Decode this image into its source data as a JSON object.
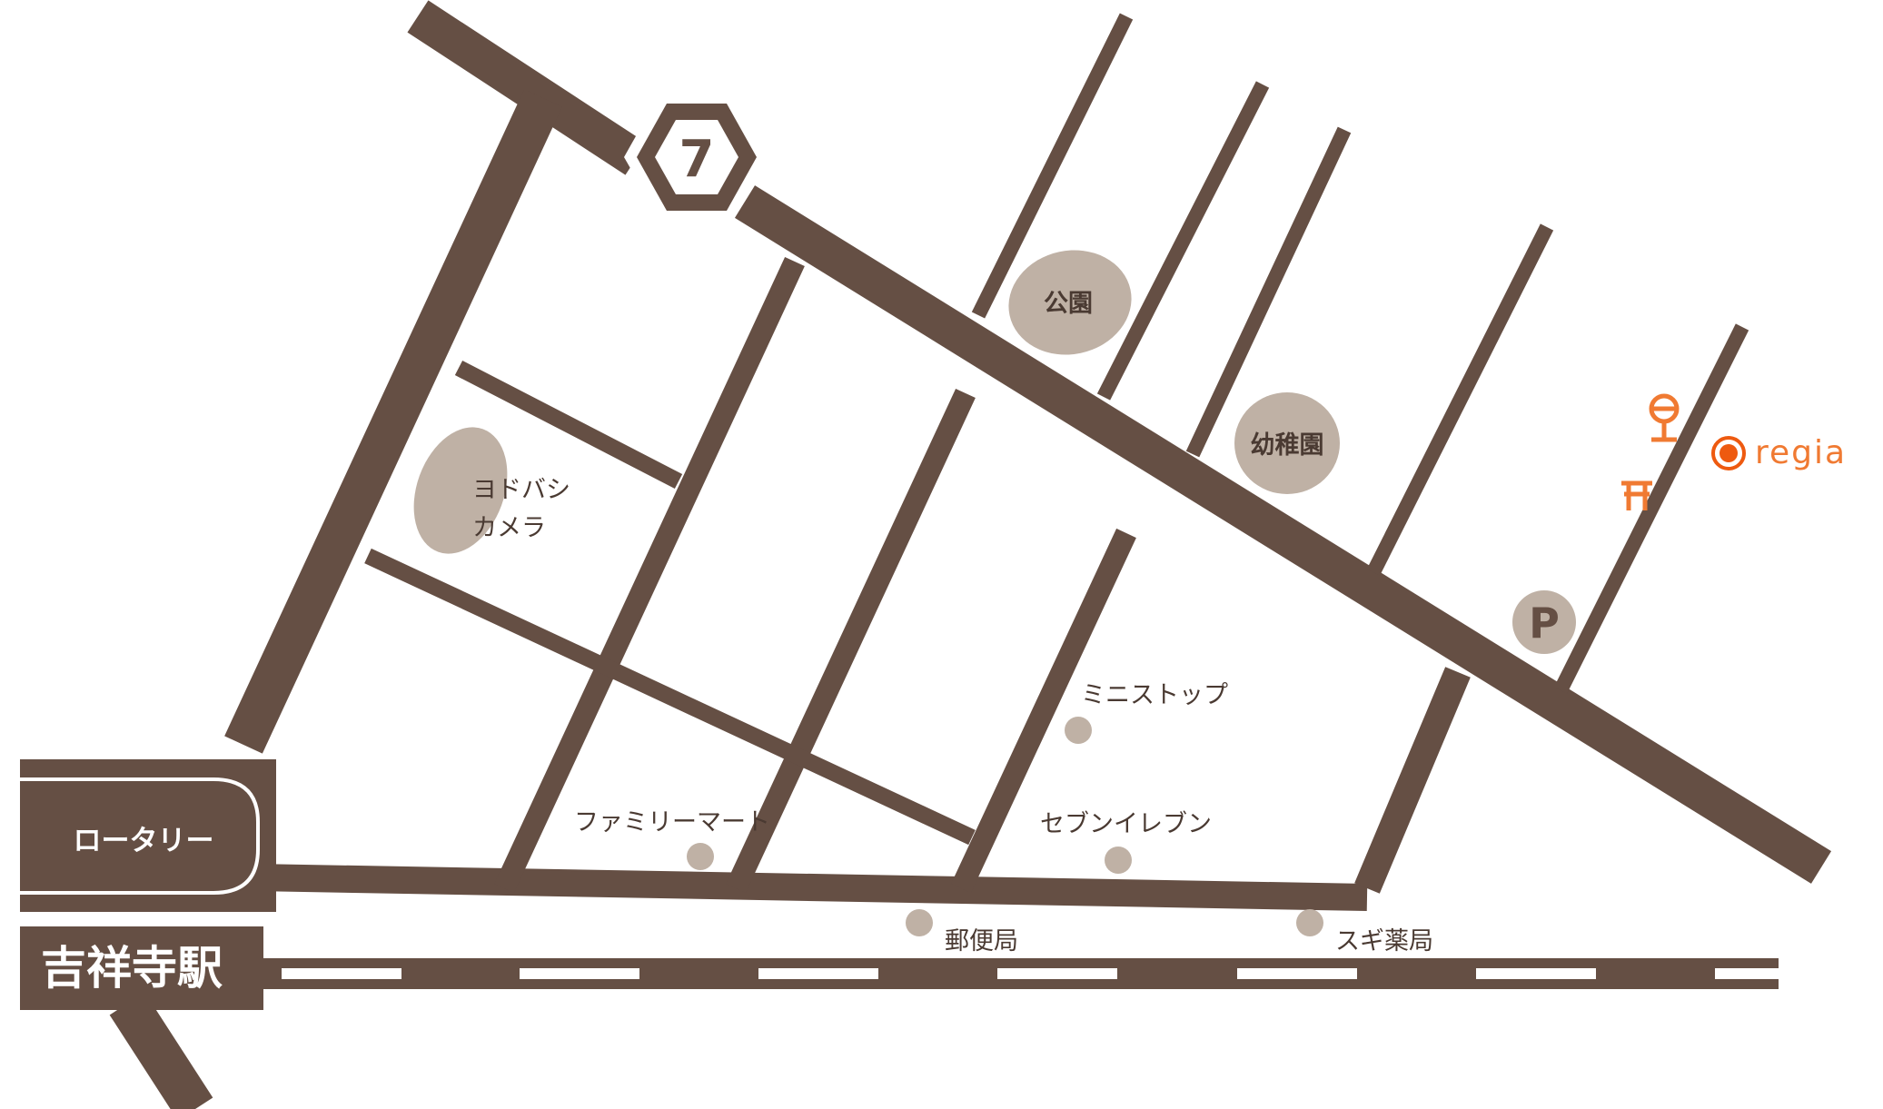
{
  "colors": {
    "road": "#654f44",
    "landmark_fill": "#bfb1a5",
    "label_text": "#4a3a32",
    "accent": "#f07a32",
    "marker": "#ee5a10",
    "background": "#ffffff"
  },
  "route_sign": {
    "number": "7"
  },
  "landmarks": {
    "park": "公園",
    "kindergarten": "幼稚園",
    "yodobashi_line1": "ヨドバシ",
    "yodobashi_line2": "カメラ",
    "parking": "P"
  },
  "shops": {
    "ministop": "ミニストップ",
    "familymart": "ファミリーマート",
    "seven_eleven": "セブンイレブン",
    "post_office": "郵便局",
    "sugi_pharmacy": "スギ薬局"
  },
  "station": {
    "rotary": "ロータリー",
    "name": "吉祥寺駅"
  },
  "destination": {
    "label": "regia"
  },
  "icons": [
    "bus-stop-icon",
    "shrine-torii-icon",
    "location-marker-icon",
    "route-shield-icon",
    "parking-icon"
  ]
}
